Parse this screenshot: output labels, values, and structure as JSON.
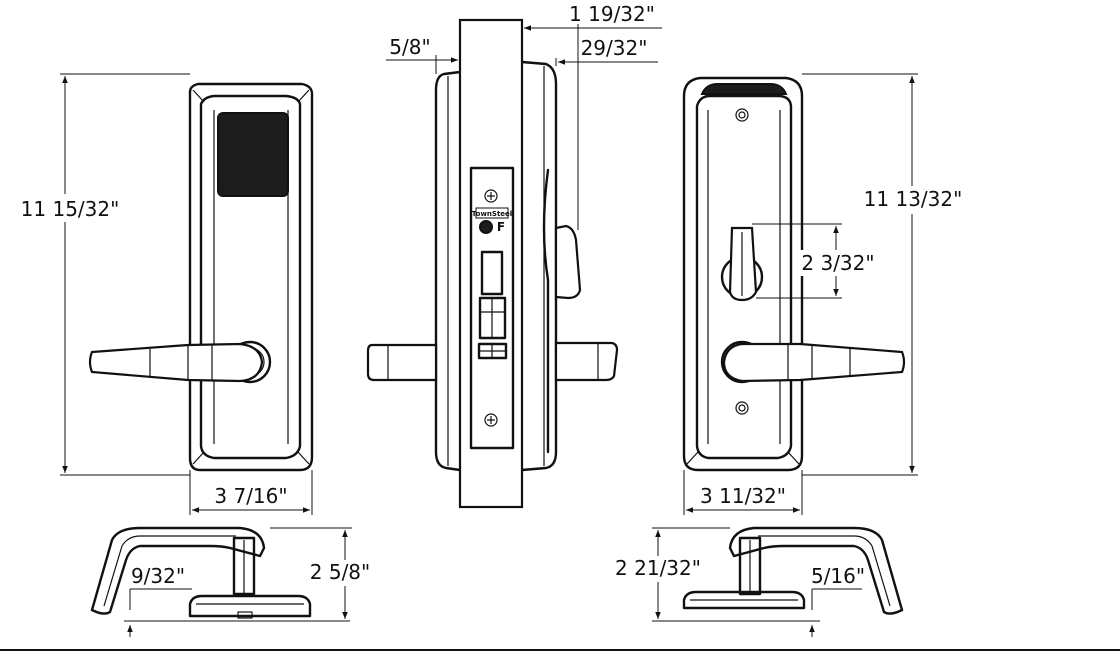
{
  "colors": {
    "line": "#111111",
    "reader": "#1c1c1c",
    "background": "#ffffff"
  },
  "front_view": {
    "height_label": "11 15/32\"",
    "width_label": "3 7/16\""
  },
  "side_view": {
    "face_label": "5/8\"",
    "depth_label": "1 19/32\"",
    "trim_label": "29/32\"",
    "brand_text": "TownSteel",
    "code_text": "F"
  },
  "back_view": {
    "height_label": "11 13/32\"",
    "turn_label": "2 3/32\"",
    "width_label": "3 11/32\""
  },
  "bottom_left_view": {
    "projection_label": "2 5/8\"",
    "clearance_label": "9/32\""
  },
  "bottom_right_view": {
    "projection_label": "2 21/32\"",
    "clearance_label": "5/16\""
  }
}
